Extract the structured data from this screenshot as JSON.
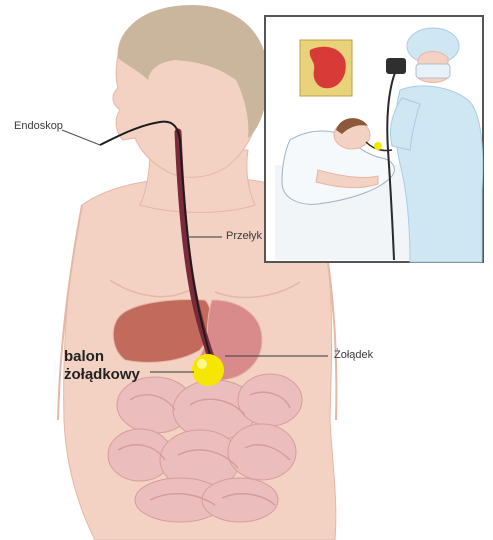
{
  "labels": {
    "endoscope": "Endoskop",
    "esophagus": "Przełyk",
    "stomach": "Żołądek",
    "balloon_line1": "balon",
    "balloon_line2": "żołądkowy"
  },
  "colors": {
    "skin": "#f3d2c3",
    "skin_shadow": "#e5b7a5",
    "hair": "#c9b69c",
    "liver": "#c26a5b",
    "stomach": "#d98a8a",
    "intestine": "#ebbcbc",
    "esophagus": "#7a2a3a",
    "balloon": "#f7e600",
    "inset_border": "#555555",
    "inset_bg": "#ffffff",
    "gown": "#cfe6f3",
    "gown_shadow": "#a9cde3",
    "picture_frame": "#e8d37a",
    "picture_art": "#d83a38"
  },
  "icons": [
    "endoscope-icon",
    "balloon-icon",
    "doctor-icon",
    "patient-icon"
  ]
}
